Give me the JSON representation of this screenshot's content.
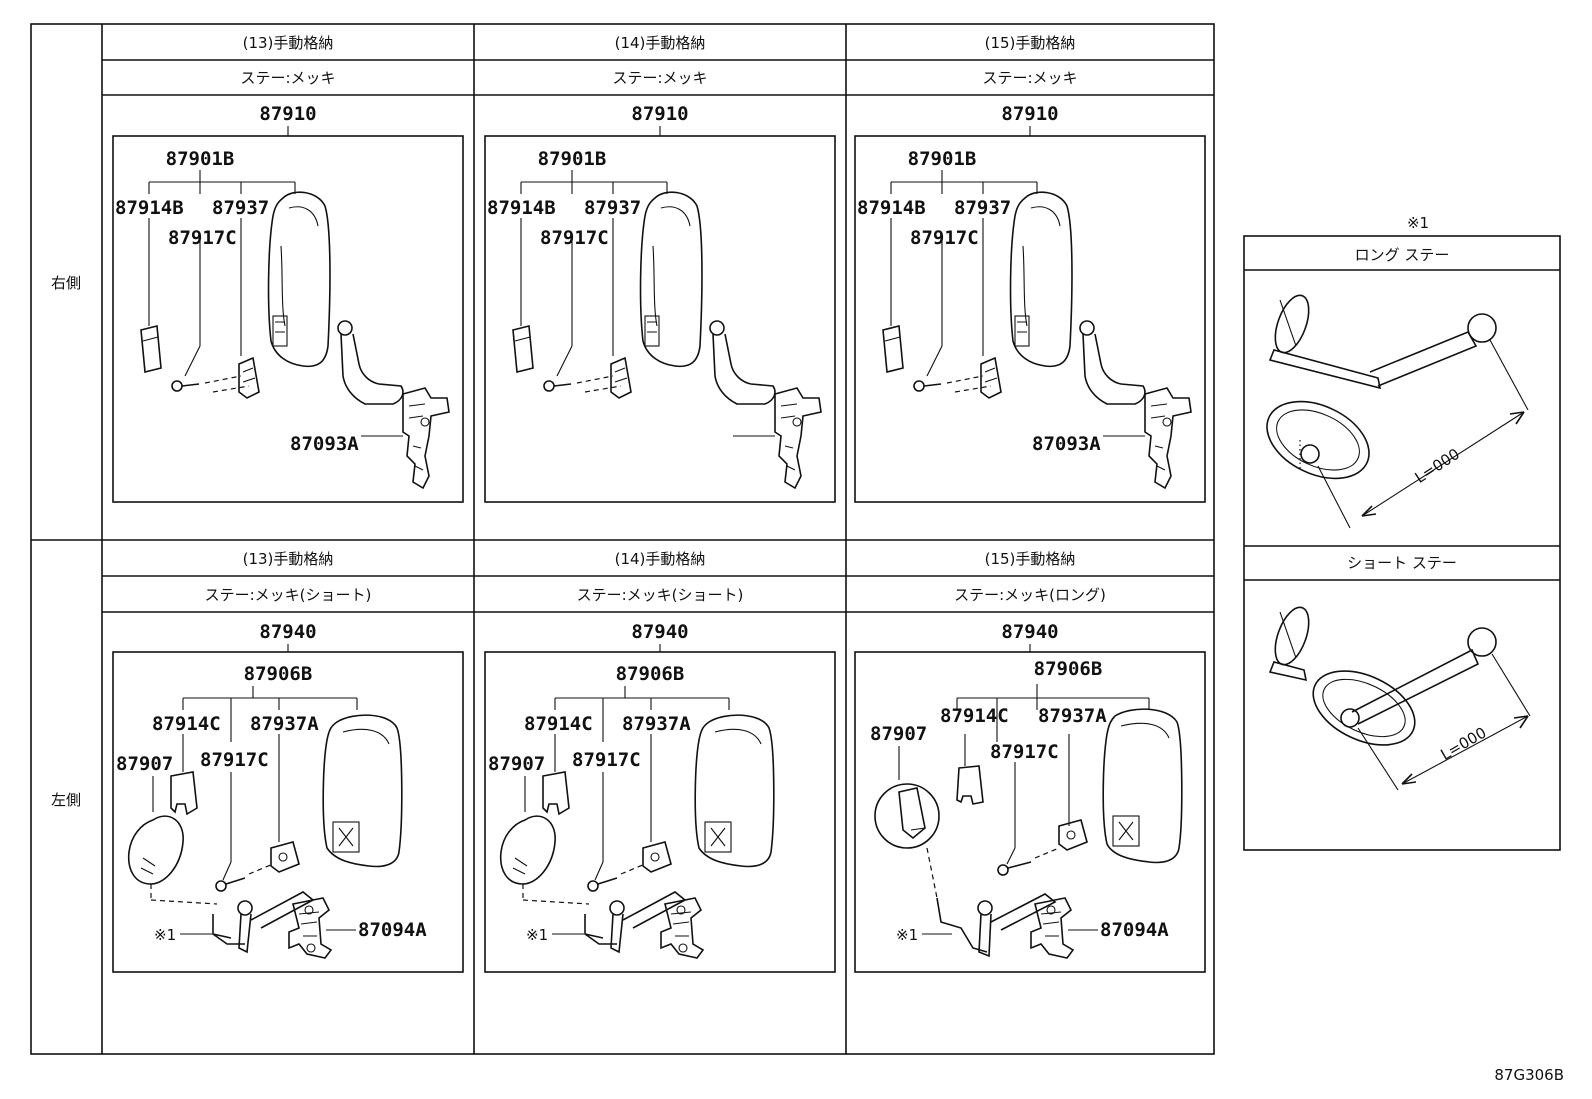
{
  "sides": {
    "right": "右側",
    "left": "左側"
  },
  "columns": [
    {
      "top_header": "(13)手動格納",
      "top_stay": "ステー:メッキ",
      "top_assembly": "87910",
      "top_sub": "87901B",
      "top_parts": [
        "87914B",
        "87937",
        "87917C"
      ],
      "top_bracket": "87093A",
      "bot_header": "(13)手動格納",
      "bot_stay": "ステー:メッキ(ショート)",
      "bot_assembly": "87940",
      "bot_sub": "87906B",
      "bot_parts": [
        "87914C",
        "87937A",
        "87917C"
      ],
      "bot_small_mirror": "87907",
      "bot_bracket": "87094A",
      "bot_note": "※1"
    },
    {
      "top_header": "(14)手動格納",
      "top_stay": "ステー:メッキ",
      "top_assembly": "87910",
      "top_sub": "87901B",
      "top_parts": [
        "87914B",
        "87937",
        "87917C"
      ],
      "top_bracket": "",
      "bot_header": "(14)手動格納",
      "bot_stay": "ステー:メッキ(ショート)",
      "bot_assembly": "87940",
      "bot_sub": "87906B",
      "bot_parts": [
        "87914C",
        "87937A",
        "87917C"
      ],
      "bot_small_mirror": "87907",
      "bot_bracket": "",
      "bot_note": "※1"
    },
    {
      "top_header": "(15)手動格納",
      "top_stay": "ステー:メッキ",
      "top_assembly": "87910",
      "top_sub": "87901B",
      "top_parts": [
        "87914B",
        "87937",
        "87917C"
      ],
      "top_bracket": "87093A",
      "bot_header": "(15)手動格納",
      "bot_stay": "ステー:メッキ(ロング)",
      "bot_assembly": "87940",
      "bot_sub": "87906B",
      "bot_parts": [
        "87914C",
        "87937A",
        "87917C"
      ],
      "bot_small_mirror": "87907",
      "bot_bracket": "87094A",
      "bot_note": "※1"
    }
  ],
  "side_panel": {
    "note": "※1",
    "long_title": "ロング ステー",
    "short_title": "ショート ステー",
    "length_label": "L=000"
  },
  "figure_code": "87G306B"
}
